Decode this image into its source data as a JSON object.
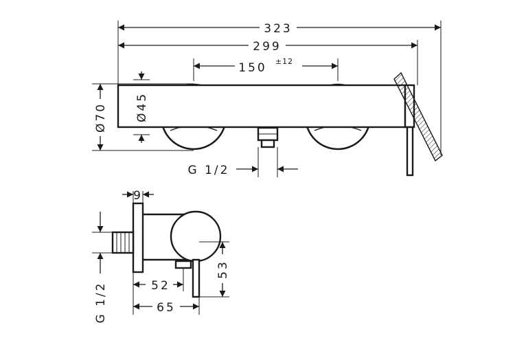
{
  "front_view": {
    "width_overall": "323",
    "width_body": "299",
    "centers": "150",
    "centers_tolerance": "±12",
    "diameter_outer": "Ø70",
    "diameter_inner": "Ø45",
    "thread_bottom": "G 1/2"
  },
  "side_view": {
    "wall_thickness": "9",
    "thread_side": "G 1/2",
    "depth_to_outlet": "52",
    "depth_total": "65",
    "height_lever": "53"
  },
  "colors": {
    "line": "#1a1a1a",
    "background": "#ffffff"
  }
}
